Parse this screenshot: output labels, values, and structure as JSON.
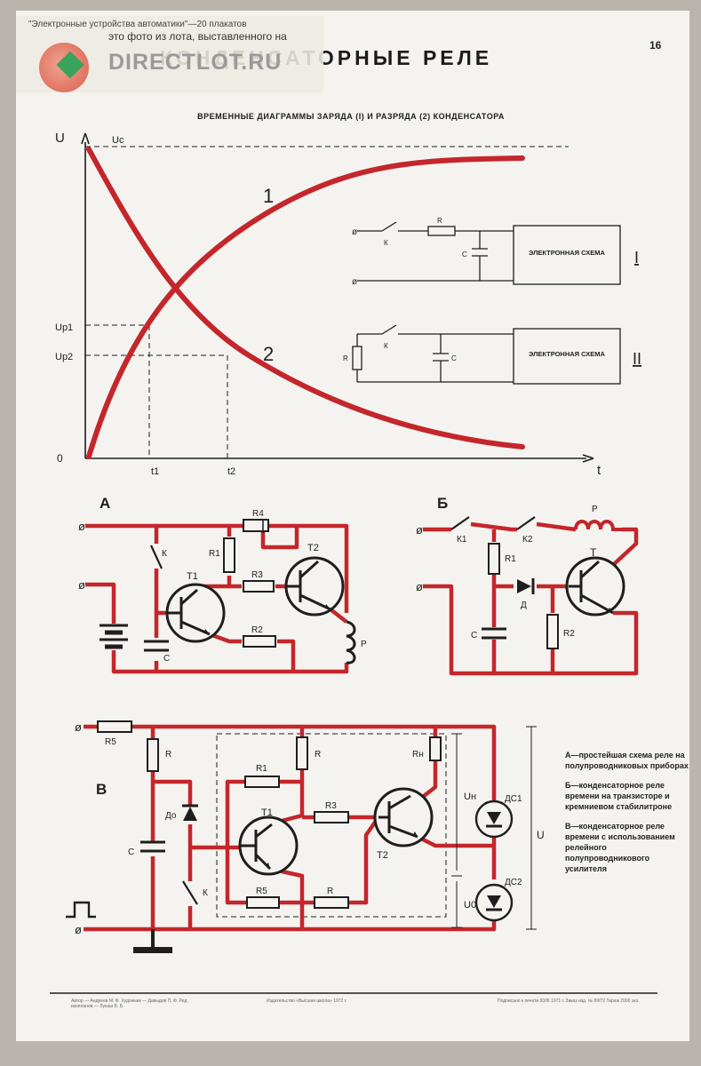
{
  "watermark": {
    "line1": "\"Электронные устройства автоматики\"—20 плакатов",
    "line2": "это фото из лота, выставленного на",
    "logo": "DIRECTLOT.RU"
  },
  "poster": {
    "title": "ЗАМЕДЛЕННЫЕ КОНДЕНСАТОРНЫЕ РЕЛЕ",
    "title_visible": "КОНДЕНСАТОРНЫЕ РЕЛЕ",
    "sheet_number": "16"
  },
  "timing": {
    "subtitle": "ВРЕМЕННЫЕ ДИАГРАММЫ   ЗАРЯДА (I) И РАЗРЯДА (2)  КОНДЕНСАТОРА",
    "y_axis": "U",
    "x_axis": "t",
    "origin": "0",
    "uc": "Uc",
    "up1": "Up1",
    "up2": "Up2",
    "t1": "t1",
    "t2": "t2",
    "curve1": "1",
    "curve2": "2",
    "schemes": [
      {
        "label": "ЭЛЕКТРОННАЯ СХЕМА",
        "numeral": "I",
        "k": "К",
        "r": "R",
        "c": "С"
      },
      {
        "label": "ЭЛЕКТРОННАЯ СХЕМА",
        "numeral": "II",
        "k": "К",
        "r": "R",
        "c": "С"
      }
    ]
  },
  "circuit_a": {
    "label": "А",
    "k": "К",
    "c": "С",
    "t1": "T1",
    "t2": "T2",
    "r1": "R1",
    "r2": "R2",
    "r3": "R3",
    "r4": "R4",
    "p": "Р"
  },
  "circuit_b": {
    "label": "Б",
    "k1": "К1",
    "k2": "К2",
    "r1": "R1",
    "r2": "R2",
    "c": "С",
    "d": "Д",
    "p": "Р",
    "t": "Т"
  },
  "circuit_v": {
    "label": "В",
    "r5a": "R5",
    "r": "R",
    "r_mid": "R",
    "r_bot": "R",
    "r1": "R1",
    "r3": "R3",
    "r5b": "R5",
    "rn": "Rн",
    "d0": "До",
    "c": "С",
    "k": "К",
    "t1": "T1",
    "t2": "T2",
    "un": "Uн",
    "u": "U",
    "u0": "U0",
    "ds1": "ДС1",
    "ds2": "ДС2"
  },
  "legend": [
    "А—простейшая схема реле на полупроводниковых приборах",
    "Б—конденсаторное реле времени на транзисторе и кремниевом стабилитроне",
    "В—конденсаторное реле времени с использованием релейного полупроводникового усилителя"
  ],
  "footer": {
    "left": "Автор — Андреев М. Ф. Художник — Давыдов П. Ф. Ред. изопланов — Лукаш Б. Б.",
    "center": "Издательство «Высшая школа» 1972 г.",
    "right": "Подписано к печати 30/III 1971 г. Заказ изд. № 69/72  Тираж 2000 экз."
  },
  "colors": {
    "accent": "#c4262b",
    "ink": "#1e1e1e",
    "paper": "#f5f3ef"
  }
}
